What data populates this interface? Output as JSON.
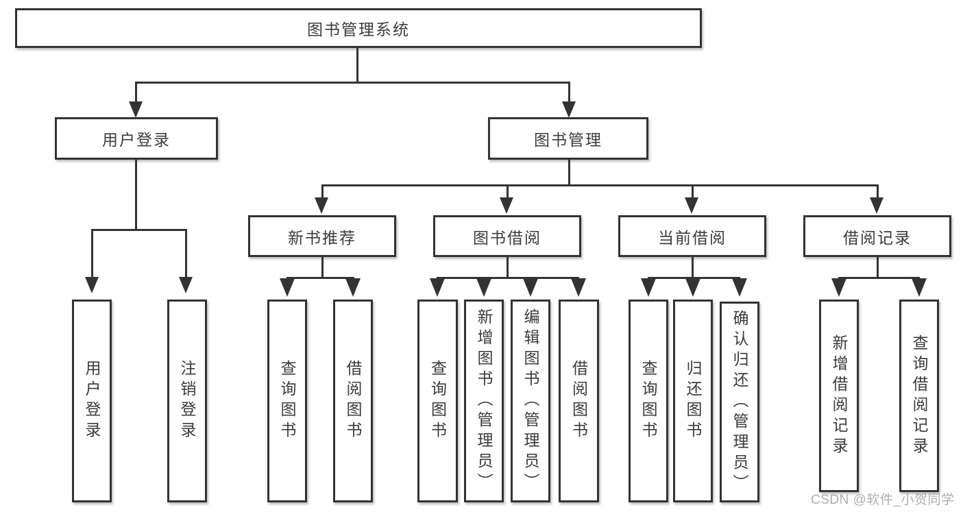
{
  "diagram": {
    "type": "org-tree",
    "root": {
      "label": "图书管理系统"
    },
    "branches": [
      {
        "label": "用户登录",
        "children": [
          {
            "label": "用户登录"
          },
          {
            "label": "注销登录"
          }
        ]
      },
      {
        "label": "图书管理",
        "children": [
          {
            "label": "新书推荐",
            "children": [
              {
                "label": "查询图书"
              },
              {
                "label": "借阅图书"
              }
            ]
          },
          {
            "label": "图书借阅",
            "children": [
              {
                "label": "查询图书"
              },
              {
                "label": "新增图书（管理员）"
              },
              {
                "label": "编辑图书（管理员）"
              },
              {
                "label": "借阅图书"
              }
            ]
          },
          {
            "label": "当前借阅",
            "children": [
              {
                "label": "查询图书"
              },
              {
                "label": "归还图书"
              },
              {
                "label": "确认归还（管理员）"
              }
            ]
          },
          {
            "label": "借阅记录",
            "children": [
              {
                "label": "新增借阅记录"
              },
              {
                "label": "查询借阅记录"
              }
            ]
          }
        ]
      }
    ]
  },
  "watermark": "CSDN @软件_小贺同学",
  "colors": {
    "line": "#333333",
    "text": "#3b3b3b",
    "background": "#ffffff",
    "watermark": "#aaaaaa"
  }
}
